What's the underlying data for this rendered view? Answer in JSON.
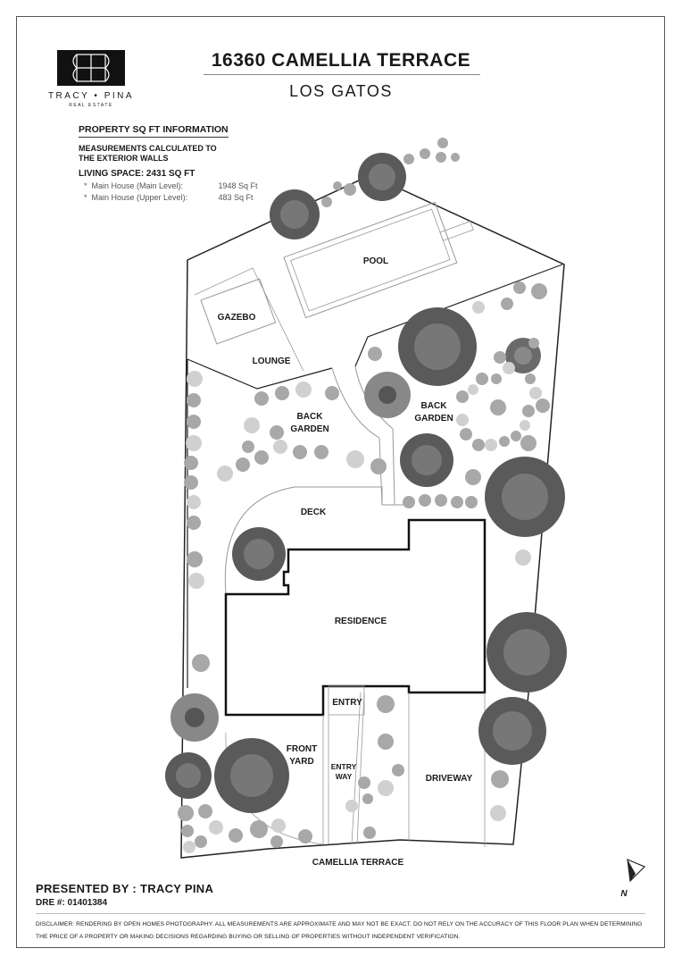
{
  "header": {
    "title": "16360 CAMELLIA TERRACE",
    "subtitle": "LOS GATOS"
  },
  "logo": {
    "name": "TRACY • PINA",
    "tagline": "REAL ESTATE",
    "icon": "tracy-pina-monogram"
  },
  "info": {
    "heading": "PROPERTY SQ FT INFORMATION",
    "note": "MEASUREMENTS CALCULATED TO THE EXTERIOR WALLS",
    "living": "LIVING SPACE: 2431 SQ FT",
    "items": [
      {
        "label": "Main House (Main Level):",
        "value": "1948 Sq Ft"
      },
      {
        "label": "Main House (Upper Level):",
        "value": "483 Sq Ft"
      }
    ]
  },
  "plan": {
    "labels": {
      "pool": "POOL",
      "gazebo": "GAZEBO",
      "lounge": "LOUNGE",
      "back_garden_left_1": "BACK",
      "back_garden_left_2": "GARDEN",
      "back_garden_right_1": "BACK",
      "back_garden_right_2": "GARDEN",
      "deck": "DECK",
      "residence": "RESIDENCE",
      "entry": "ENTRY",
      "front_yard_1": "FRONT",
      "front_yard_2": "YARD",
      "entry_way_1": "ENTRY",
      "entry_way_2": "WAY",
      "driveway": "DRIVEWAY",
      "street": "CAMELLIA TERRACE",
      "north": "N"
    },
    "colors": {
      "outline": "#222222",
      "path": "#9a9a9a",
      "tree_dark": "#5a5a5a",
      "tree_mid": "#888888",
      "shrub_light": "#cfcfcf"
    }
  },
  "footer": {
    "presented": "PRESENTED BY : TRACY PINA",
    "dre": "DRE #: 01401384",
    "disclaimer": "DISCLAIMER: RENDERING BY OPEN HOMES PHOTOGRAPHY. ALL MEASUREMENTS ARE APPROXIMATE AND MAY NOT BE EXACT. DO NOT RELY ON THE ACCURACY OF THIS FLOOR PLAN WHEN DETERMINING THE PRICE OF A PROPERTY OR MAKING DECISIONS REGARDING BUYING OR SELLING OF PROPERTIES WITHOUT INDEPENDENT VERIFICATION."
  }
}
